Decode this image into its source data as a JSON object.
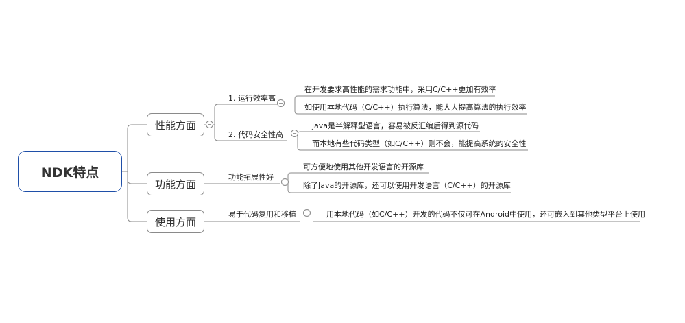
{
  "root": {
    "label": "NDK特点"
  },
  "branches": [
    {
      "label": "性能方面",
      "subs": [
        {
          "label": "1. 运行效率高",
          "leaves": [
            "在开发要求高性能的需求功能中，采用C/C++更加有效率",
            "如使用本地代码（C/C++）执行算法，能大大提高算法的执行效率"
          ]
        },
        {
          "label": "2. 代码安全性高",
          "leaves": [
            "java是半解释型语言，容易被反汇编后得到源代码",
            "而本地有些代码类型（如C/C++）则不会，能提高系统的安全性"
          ]
        }
      ]
    },
    {
      "label": "功能方面",
      "subs": [
        {
          "label": "功能拓展性好",
          "leaves": [
            "可方便地使用其他开发语言的开源库",
            "除了Java的开源库，还可以使用开发语言（C/C++）的开源库"
          ]
        }
      ]
    },
    {
      "label": "使用方面",
      "subs": [
        {
          "label": "易于代码复用和移植",
          "leaves": [
            "用本地代码（如C/C++）开发的代码不仅可在Android中使用，还可嵌入到其他类型平台上使用"
          ]
        }
      ]
    }
  ]
}
